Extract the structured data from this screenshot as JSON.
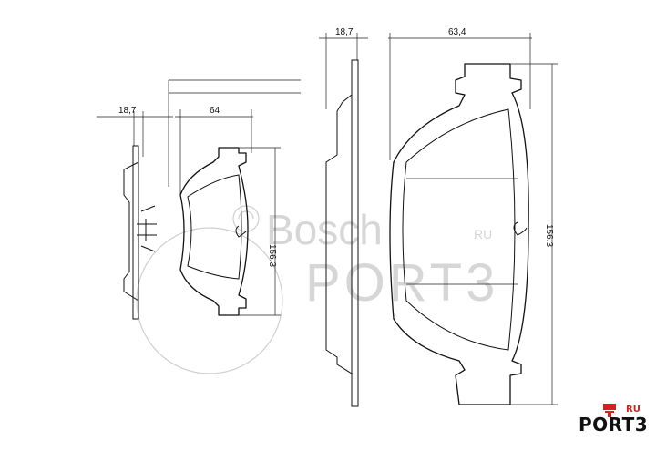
{
  "watermark": {
    "brand": "Bosch",
    "site_tld": "RU",
    "site_name": "PORT3"
  },
  "dimensions": {
    "left_thickness": "18,7",
    "left_width": "64",
    "left_height": "156.3",
    "right_thickness": "18,7",
    "right_width": "63,4",
    "right_height": "156.3"
  },
  "logo": {
    "text": "PORT3",
    "tld": "RU",
    "accent_color": "#d32020"
  },
  "colors": {
    "line": "#111111",
    "watermark": "#cfcfcf"
  }
}
